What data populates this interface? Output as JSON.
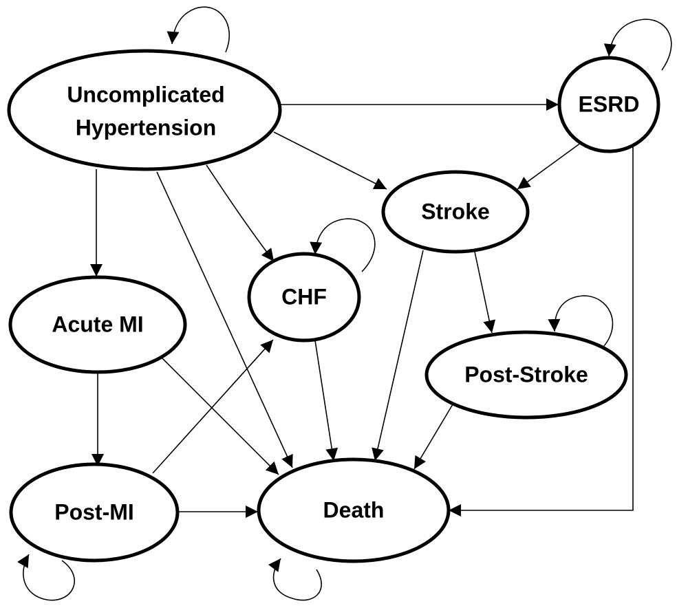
{
  "diagram": {
    "type": "state-transition",
    "colors": {
      "stroke": "#000000",
      "fill": "#ffffff",
      "text": "#000000"
    },
    "nodes": {
      "uncomplicated_hypertension": {
        "label_lines": [
          "Uncomplicated",
          "Hypertension"
        ]
      },
      "esrd": {
        "label_lines": [
          "ESRD"
        ]
      },
      "stroke": {
        "label_lines": [
          "Stroke"
        ]
      },
      "chf": {
        "label_lines": [
          "CHF"
        ]
      },
      "acute_mi": {
        "label_lines": [
          "Acute MI"
        ]
      },
      "post_stroke": {
        "label_lines": [
          "Post-Stroke"
        ]
      },
      "post_mi": {
        "label_lines": [
          "Post-MI"
        ]
      },
      "death": {
        "label_lines": [
          "Death"
        ]
      }
    },
    "edges": [
      {
        "from": "uncomplicated_hypertension",
        "to": "uncomplicated_hypertension"
      },
      {
        "from": "uncomplicated_hypertension",
        "to": "esrd"
      },
      {
        "from": "uncomplicated_hypertension",
        "to": "stroke"
      },
      {
        "from": "uncomplicated_hypertension",
        "to": "chf"
      },
      {
        "from": "uncomplicated_hypertension",
        "to": "acute_mi"
      },
      {
        "from": "uncomplicated_hypertension",
        "to": "death"
      },
      {
        "from": "esrd",
        "to": "esrd"
      },
      {
        "from": "esrd",
        "to": "stroke"
      },
      {
        "from": "esrd",
        "to": "death"
      },
      {
        "from": "stroke",
        "to": "post_stroke"
      },
      {
        "from": "stroke",
        "to": "death"
      },
      {
        "from": "chf",
        "to": "chf"
      },
      {
        "from": "chf",
        "to": "death"
      },
      {
        "from": "acute_mi",
        "to": "post_mi"
      },
      {
        "from": "acute_mi",
        "to": "death"
      },
      {
        "from": "post_stroke",
        "to": "post_stroke"
      },
      {
        "from": "post_stroke",
        "to": "death"
      },
      {
        "from": "post_mi",
        "to": "post_mi"
      },
      {
        "from": "post_mi",
        "to": "chf"
      },
      {
        "from": "post_mi",
        "to": "death"
      },
      {
        "from": "death",
        "to": "death"
      }
    ]
  }
}
